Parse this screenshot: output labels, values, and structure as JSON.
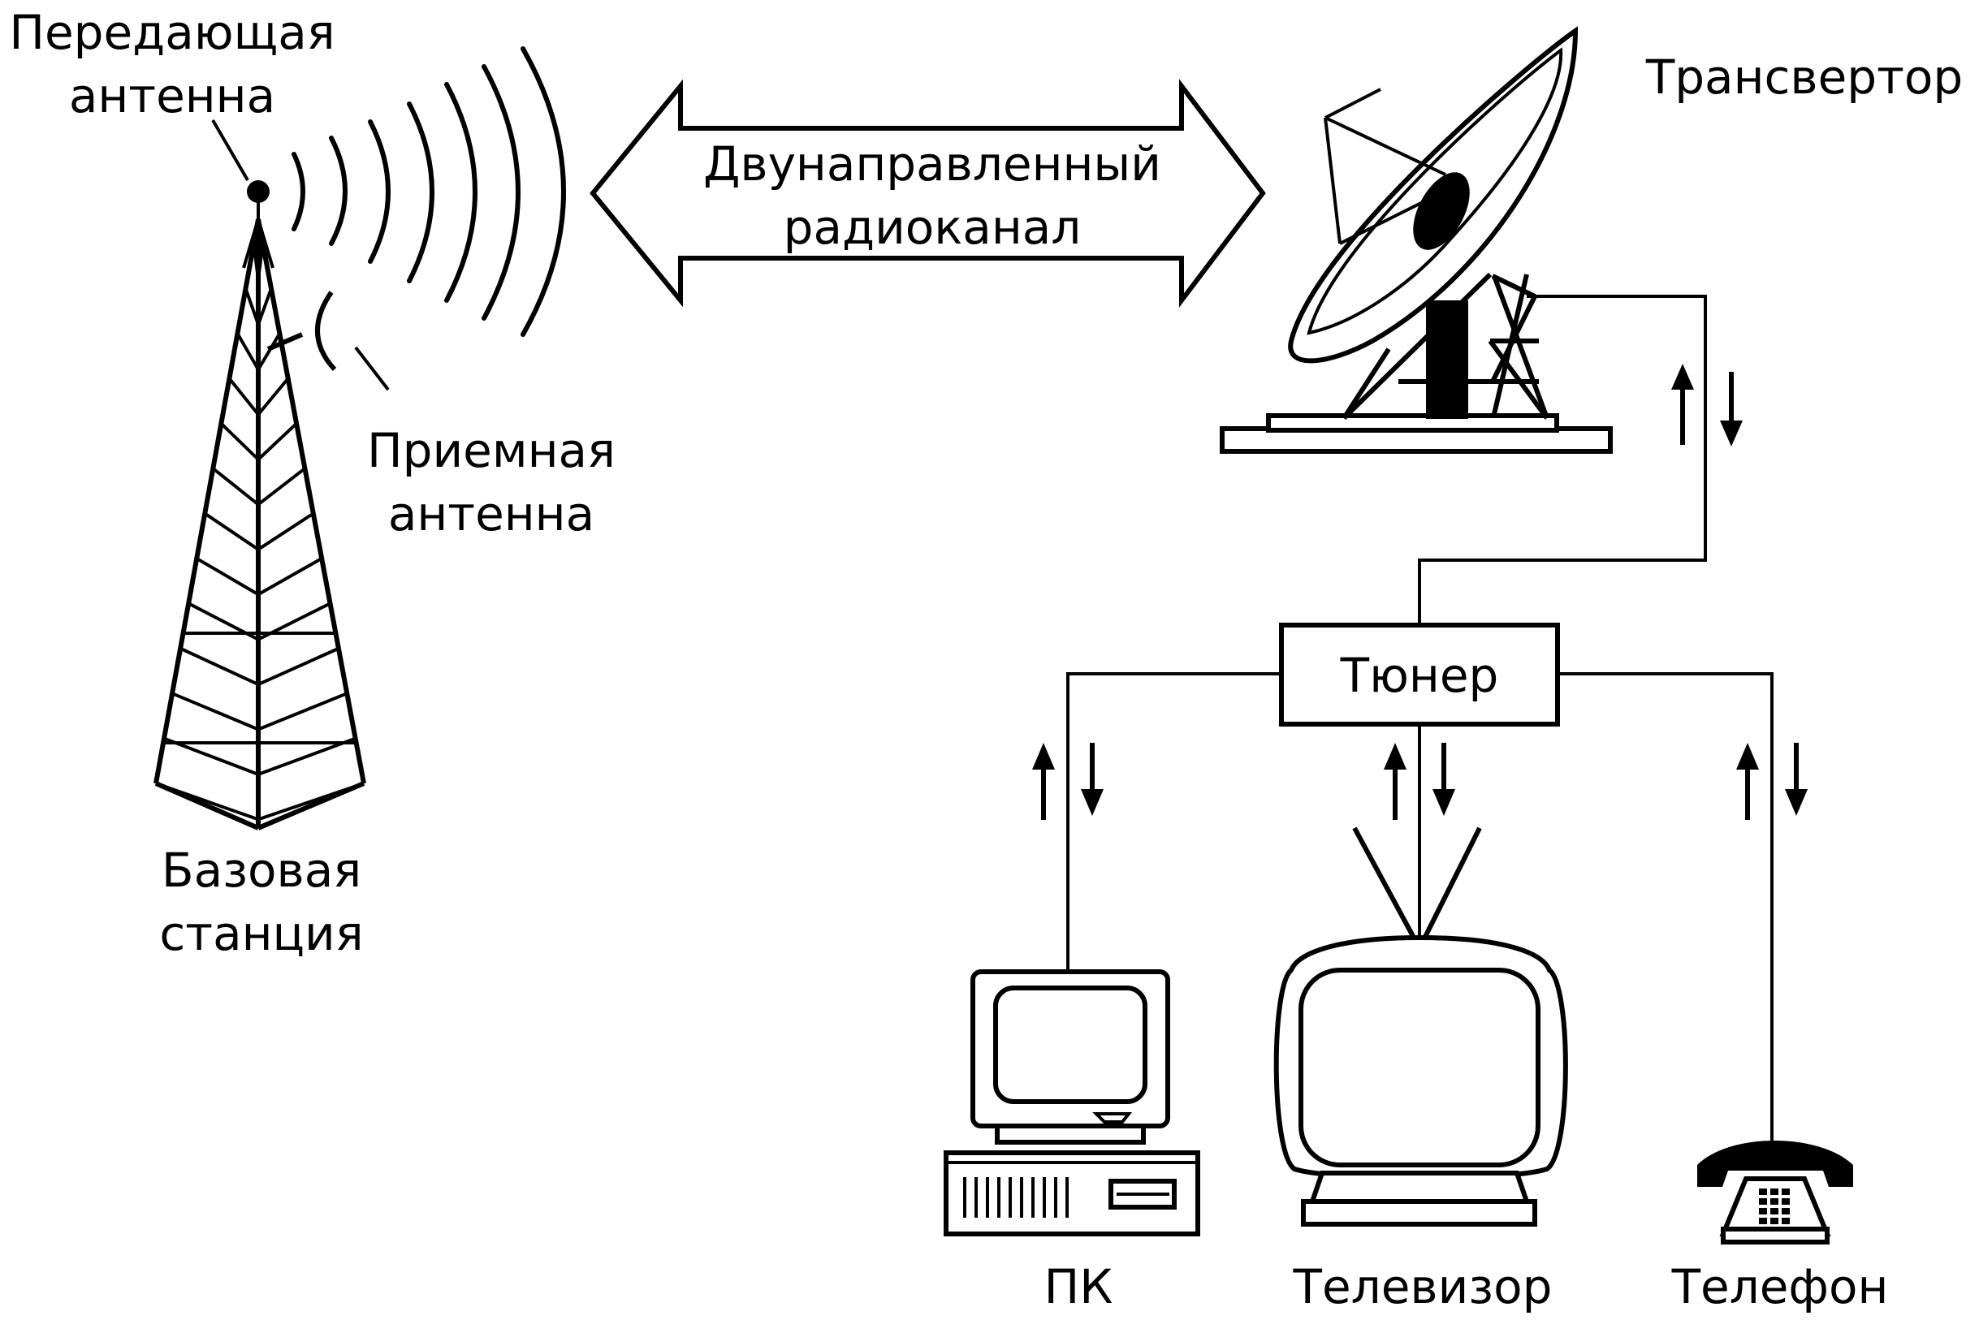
{
  "labels": {
    "tx_antenna": [
      "Передающая",
      "антенна"
    ],
    "rx_antenna": [
      "Приемная",
      "антенна"
    ],
    "base_station": [
      "Базовая",
      "станция"
    ],
    "channel": [
      "Двунаправленный",
      "радиоканал"
    ],
    "transverter": "Трансвертор",
    "tuner": "Тюнер",
    "pc": "ПК",
    "tv": "Телевизор",
    "phone": "Телефон"
  },
  "colors": {
    "ink": "#000000",
    "paper": "#ffffff"
  }
}
